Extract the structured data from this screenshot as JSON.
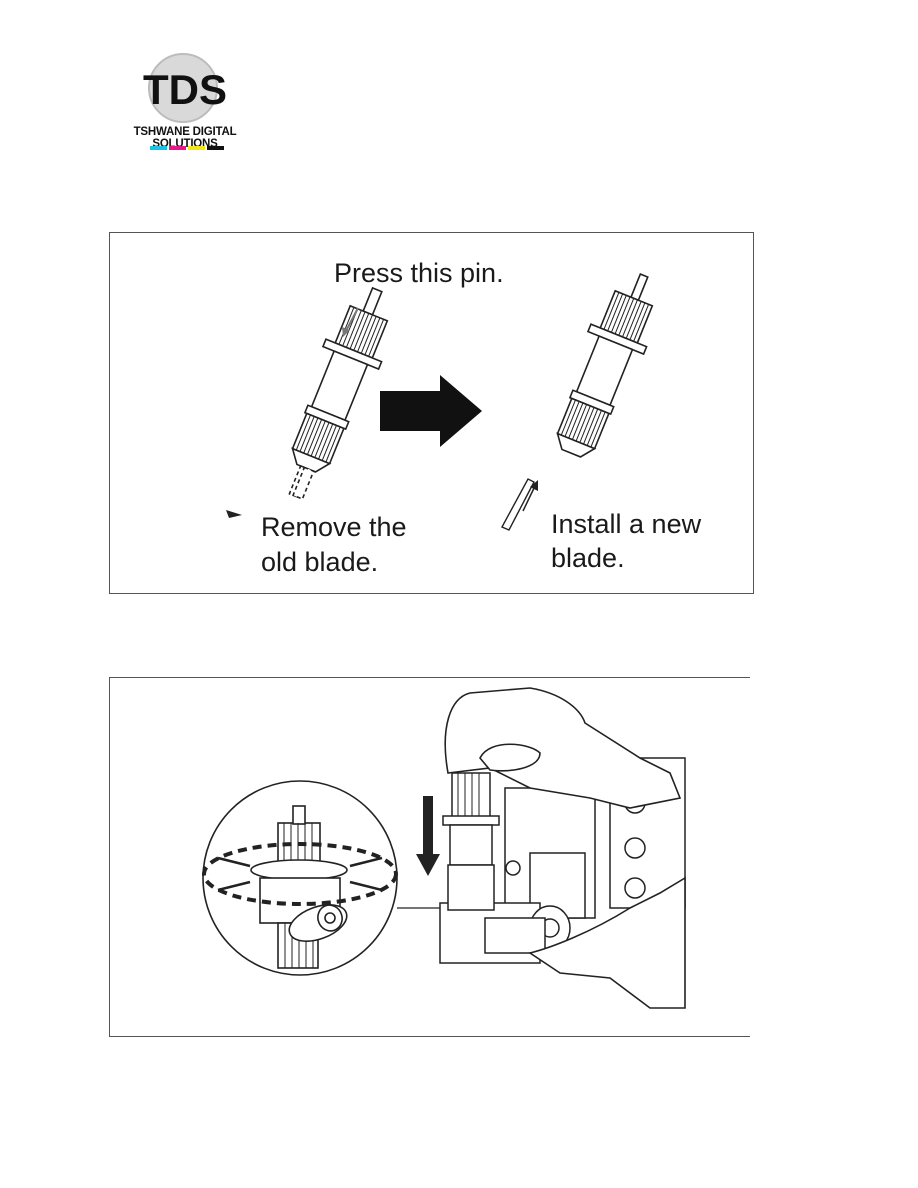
{
  "logo": {
    "initials": "TDS",
    "company": "TSHWANE DIGITAL SOLUTIONS",
    "stripe_colors": [
      "#19c3e6",
      "#e6198c",
      "#f2e61a",
      "#111111"
    ]
  },
  "figure1": {
    "label_pin": "Press this pin.",
    "label_remove_line1": "Remove the",
    "label_remove_line2": "old blade.",
    "label_install_line1": "Install a new",
    "label_install_line2": "blade."
  },
  "figure2": {}
}
